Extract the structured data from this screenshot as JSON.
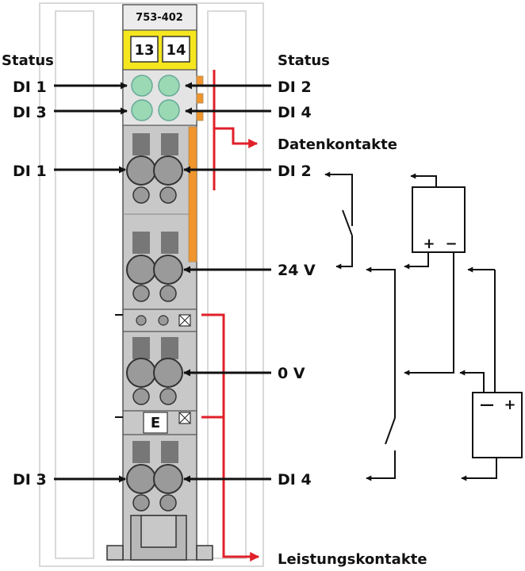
{
  "module": {
    "part_number": "753-402",
    "terminal_left": "13",
    "terminal_right": "14",
    "marker_e": "E"
  },
  "labels": {
    "status_left": "Status",
    "status_right": "Status",
    "di1_led": "DI 1",
    "di2_led": "DI 2",
    "di3_led": "DI 3",
    "di4_led": "DI 4",
    "di1_conn": "DI 1",
    "di2_conn": "DI 2",
    "v24": "24 V",
    "v0": "0 V",
    "di3_conn": "DI 3",
    "di4_conn": "DI 4",
    "data_contacts": "Datenkontakte",
    "power_contacts": "Leistungskontakte"
  },
  "wiring": {
    "sensor_supply_plus": "+",
    "sensor_supply_minus": "−",
    "power_supply_minus": "—",
    "power_supply_plus": "+"
  },
  "colors": {
    "housing": "#c8c8c8",
    "housing_dark": "#8c8c8c",
    "led_green": "#9bd9b4",
    "marker_yellow": "#f5e61e",
    "data_contact_orange": "#f0962d",
    "signal_red": "#e0202a",
    "line": "#111111"
  }
}
